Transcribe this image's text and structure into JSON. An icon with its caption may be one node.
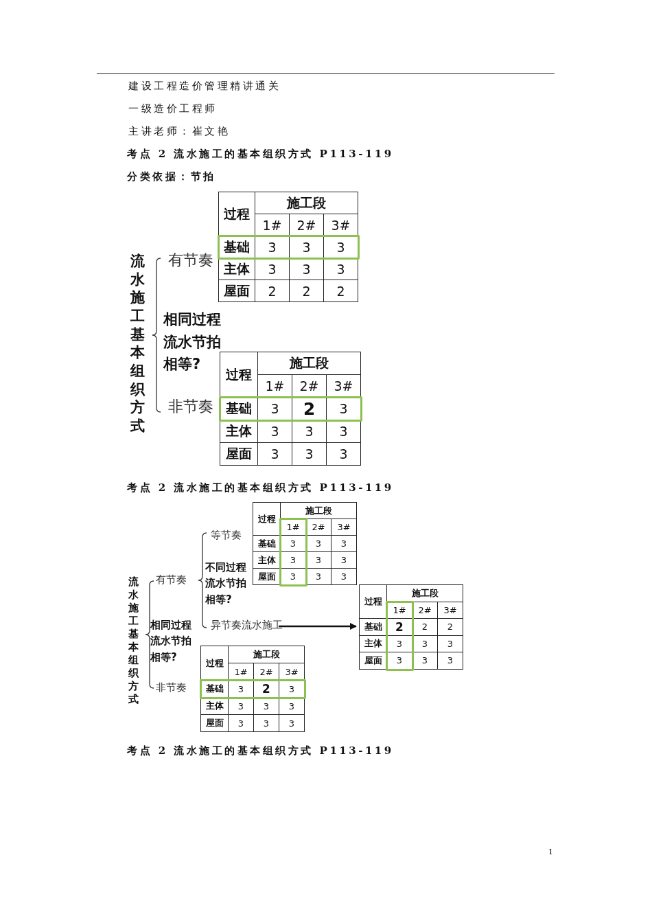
{
  "diagram": {
    "nodes": [
      {
        "text": [
          "过程",
          "施工段",
          "1#",
          "2#",
          "3#",
          "基础",
          "3",
          "3",
          "3",
          "主体",
          "3",
          "3",
          "3",
          "屋面",
          "2",
          "2",
          "2"
        ]
      },
      {
        "text": [
          "过程",
          "施工段",
          "1#",
          "2#",
          "3#",
          "基础",
          "3",
          "**2**",
          "3",
          "主体",
          "3",
          "3",
          "3",
          "屋面",
          "3",
          "3",
          "3"
        ]
      },
      {
        "text": [
          "过程",
          "施工段",
          "1#",
          "2#",
          "3#",
          "基础",
          "3",
          "3",
          "3",
          "主体",
          "3",
          "3",
          "3",
          "屋面",
          "3",
          "3",
          "3"
        ]
      },
      {
        "text": [
          "异节奏流水施工"
        ]
      },
      {
        "text": [
          "过程",
          "施工段",
          "1#",
          "2#",
          "3#",
          "基础",
          "**2**",
          "2",
          "2",
          "主体",
          "3",
          "3",
          "3",
          "屋面",
          "3",
          "3",
          "3"
        ]
      },
      {
        "text": [
          "过程",
          "施工段",
          "1#",
          "2#",
          "3#",
          "基础",
          "3",
          "**2**",
          "3",
          "主体",
          "3",
          "3",
          "3",
          "屋面",
          "3",
          "3",
          "3"
        ]
      }
    ],
    "edges": [
      {
        "from": 3,
        "to": 4,
        "arrow": "to"
      }
    ],
    "labels": [
      "建设工程造价管理精讲通关",
      "一级造价工程师",
      "主讲老师：崔文艳",
      "考点 2 流水施工的基本组织方式 P113-119",
      "分类依据：节拍",
      "流水施工基本组织方式",
      "有节奏",
      "相同过程流水节拍相等?",
      "非节奏",
      "考点 2 流水施工的基本组织方式 P113-119",
      "流水施工基本组织方式",
      "有节奏",
      "等节奏",
      "不同过程流水节拍相等?",
      "相同过程流水节拍相等?",
      "非节奏",
      "考点 2 流水施工的基本组织方式 P113-119",
      "1"
    ]
  }
}
